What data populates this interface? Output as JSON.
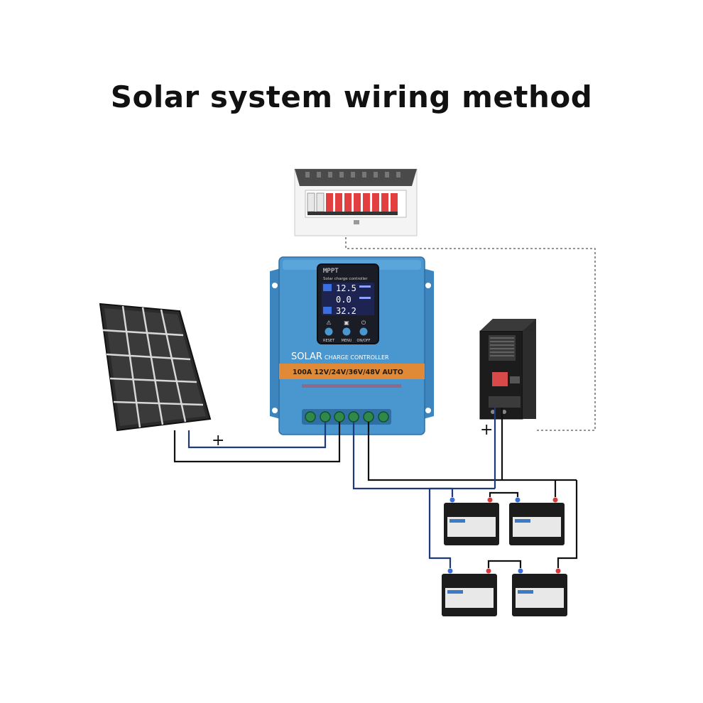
{
  "title": "Solar system wiring method",
  "controller": {
    "lcd_brand": "MPPT",
    "lcd_subtitle": "Solar charge controller",
    "reading_1": "12.5",
    "reading_2": "0.0",
    "reading_3": "32.2",
    "button_1": "RESET",
    "button_2": "MENU",
    "button_3": "ON/OFF",
    "label_solar": "SOLAR",
    "label_charge": "CHARGE CONTROLLER",
    "spec_band": "100A 12V/24V/36V/48V AUTO"
  },
  "wiring": {
    "panel_plus": "+",
    "inverter_plus": "+"
  },
  "colors": {
    "controller_body": "#4a97cf",
    "spec_band": "#e08a38",
    "wire_black": "#111111",
    "wire_blue": "#1e3a78",
    "dashed_line": "#555555"
  }
}
